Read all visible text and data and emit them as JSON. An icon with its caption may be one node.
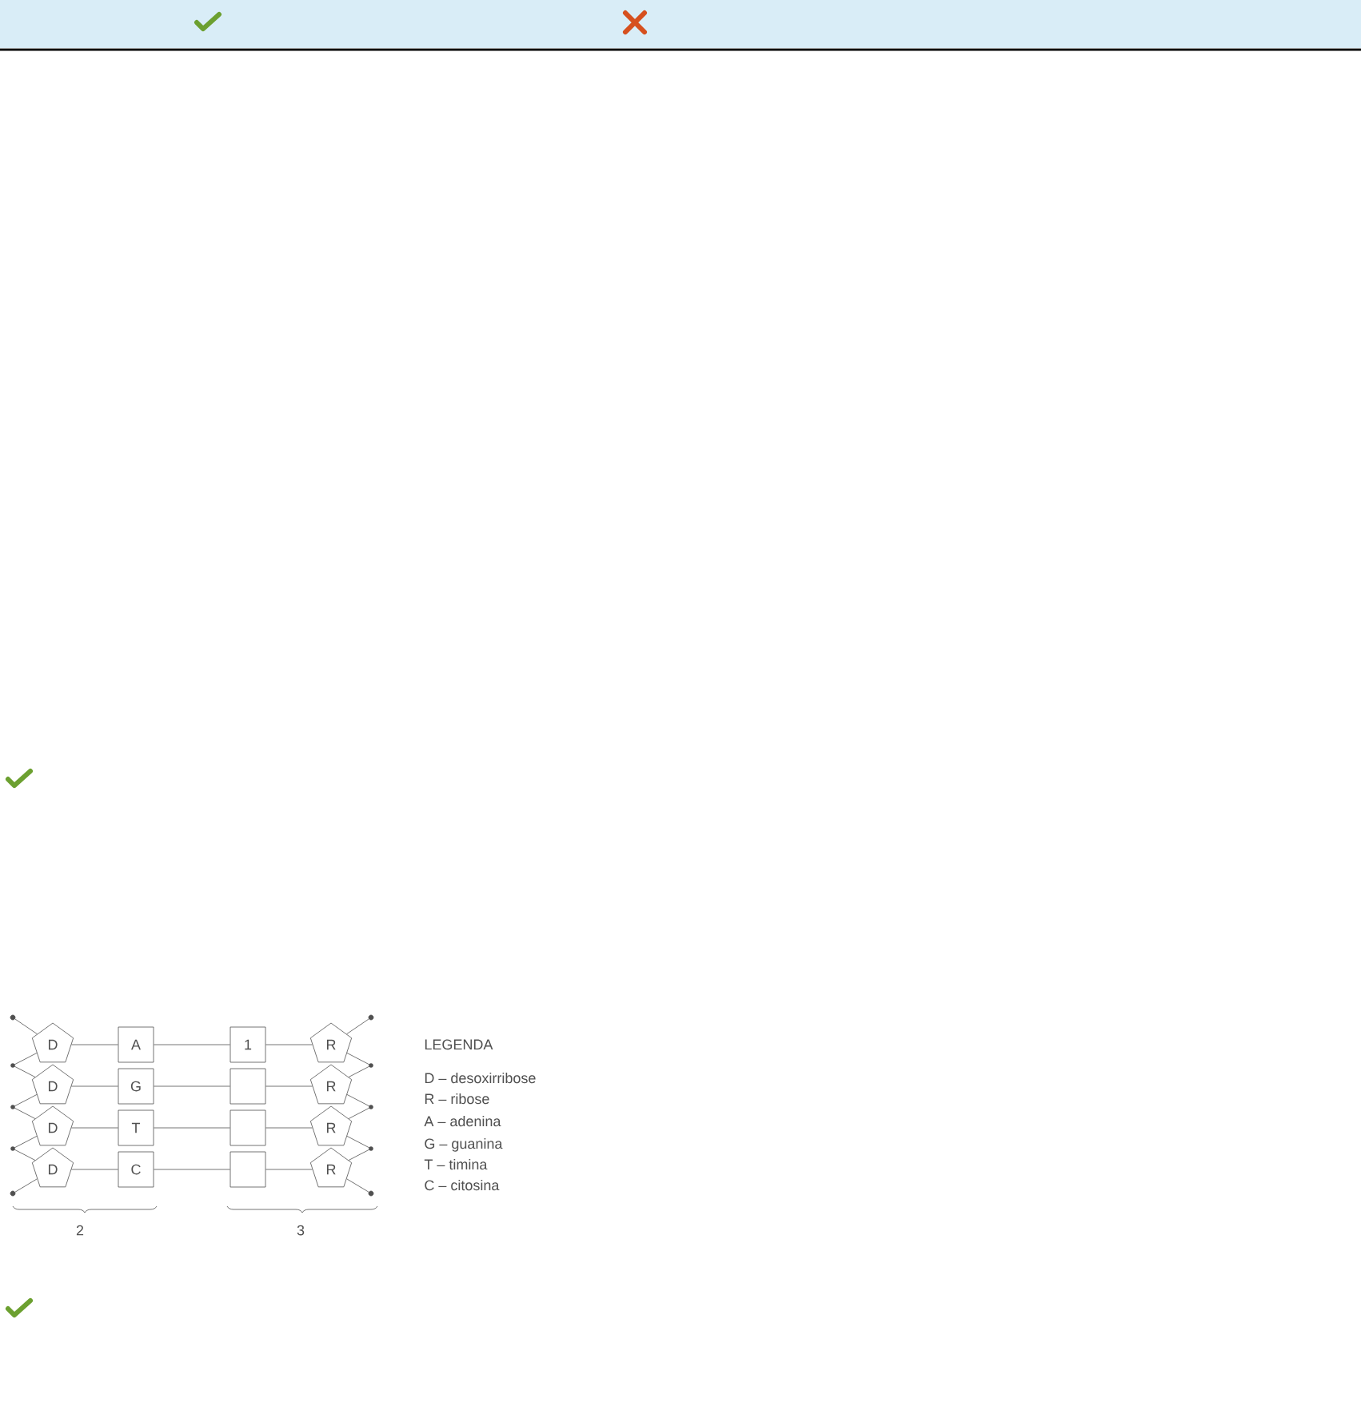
{
  "diagram": {
    "nodes": [
      {
        "text": [
          "D"
        ]
      },
      {
        "text": [
          "A"
        ]
      },
      {
        "text": [
          "1"
        ]
      },
      {
        "text": [
          "R"
        ]
      },
      {
        "text": [
          "D"
        ]
      },
      {
        "text": [
          "G"
        ]
      },
      {
        "text": [],
        "shape": "box"
      },
      {
        "text": [
          "R"
        ]
      },
      {
        "text": [
          "D"
        ]
      },
      {
        "text": [
          "T"
        ]
      },
      {
        "text": [],
        "shape": "box"
      },
      {
        "text": [
          "R"
        ]
      },
      {
        "text": [
          "D"
        ]
      },
      {
        "text": [
          "C"
        ]
      },
      {
        "text": [],
        "shape": "box"
      },
      {
        "text": [
          "R"
        ]
      },
      {
        "text": [],
        "shape": "circle"
      },
      {
        "text": [],
        "shape": "circle"
      },
      {
        "text": [],
        "shape": "circle"
      },
      {
        "text": [],
        "shape": "circle"
      }
    ],
    "edges": [
      {
        "from": 0,
        "to": 1,
        "arrow": "none"
      },
      {
        "from": 1,
        "to": 2,
        "arrow": "none"
      },
      {
        "from": 2,
        "to": 3,
        "arrow": "none"
      },
      {
        "from": 4,
        "to": 5,
        "arrow": "none"
      },
      {
        "from": 5,
        "to": 6,
        "arrow": "none"
      },
      {
        "from": 6,
        "to": 7,
        "arrow": "none"
      },
      {
        "from": 8,
        "to": 9,
        "arrow": "none"
      },
      {
        "from": 9,
        "to": 10,
        "arrow": "none"
      },
      {
        "from": 10,
        "to": 11,
        "arrow": "none"
      },
      {
        "from": 12,
        "to": 13,
        "arrow": "none"
      },
      {
        "from": 13,
        "to": 14,
        "arrow": "none"
      },
      {
        "from": 14,
        "to": 15,
        "arrow": "none"
      },
      {
        "from": 16,
        "to": 0,
        "arrow": "none"
      },
      {
        "from": 0,
        "to": 4,
        "arrow": "none"
      },
      {
        "from": 4,
        "to": 8,
        "arrow": "none"
      },
      {
        "from": 8,
        "to": 12,
        "arrow": "none"
      },
      {
        "from": 12,
        "to": 17,
        "arrow": "none"
      },
      {
        "from": 18,
        "to": 3,
        "arrow": "none"
      },
      {
        "from": 3,
        "to": 7,
        "arrow": "none"
      },
      {
        "from": 7,
        "to": 11,
        "arrow": "none"
      },
      {
        "from": 11,
        "to": 15,
        "arrow": "none"
      },
      {
        "from": 15,
        "to": 19,
        "arrow": "none"
      }
    ],
    "labels": [
      "LEGENDA",
      "D – desoxirribose",
      "R – ribose",
      "A – adenina",
      "G – guanina",
      "T – timina",
      "C – citosina",
      "2",
      "3"
    ]
  }
}
